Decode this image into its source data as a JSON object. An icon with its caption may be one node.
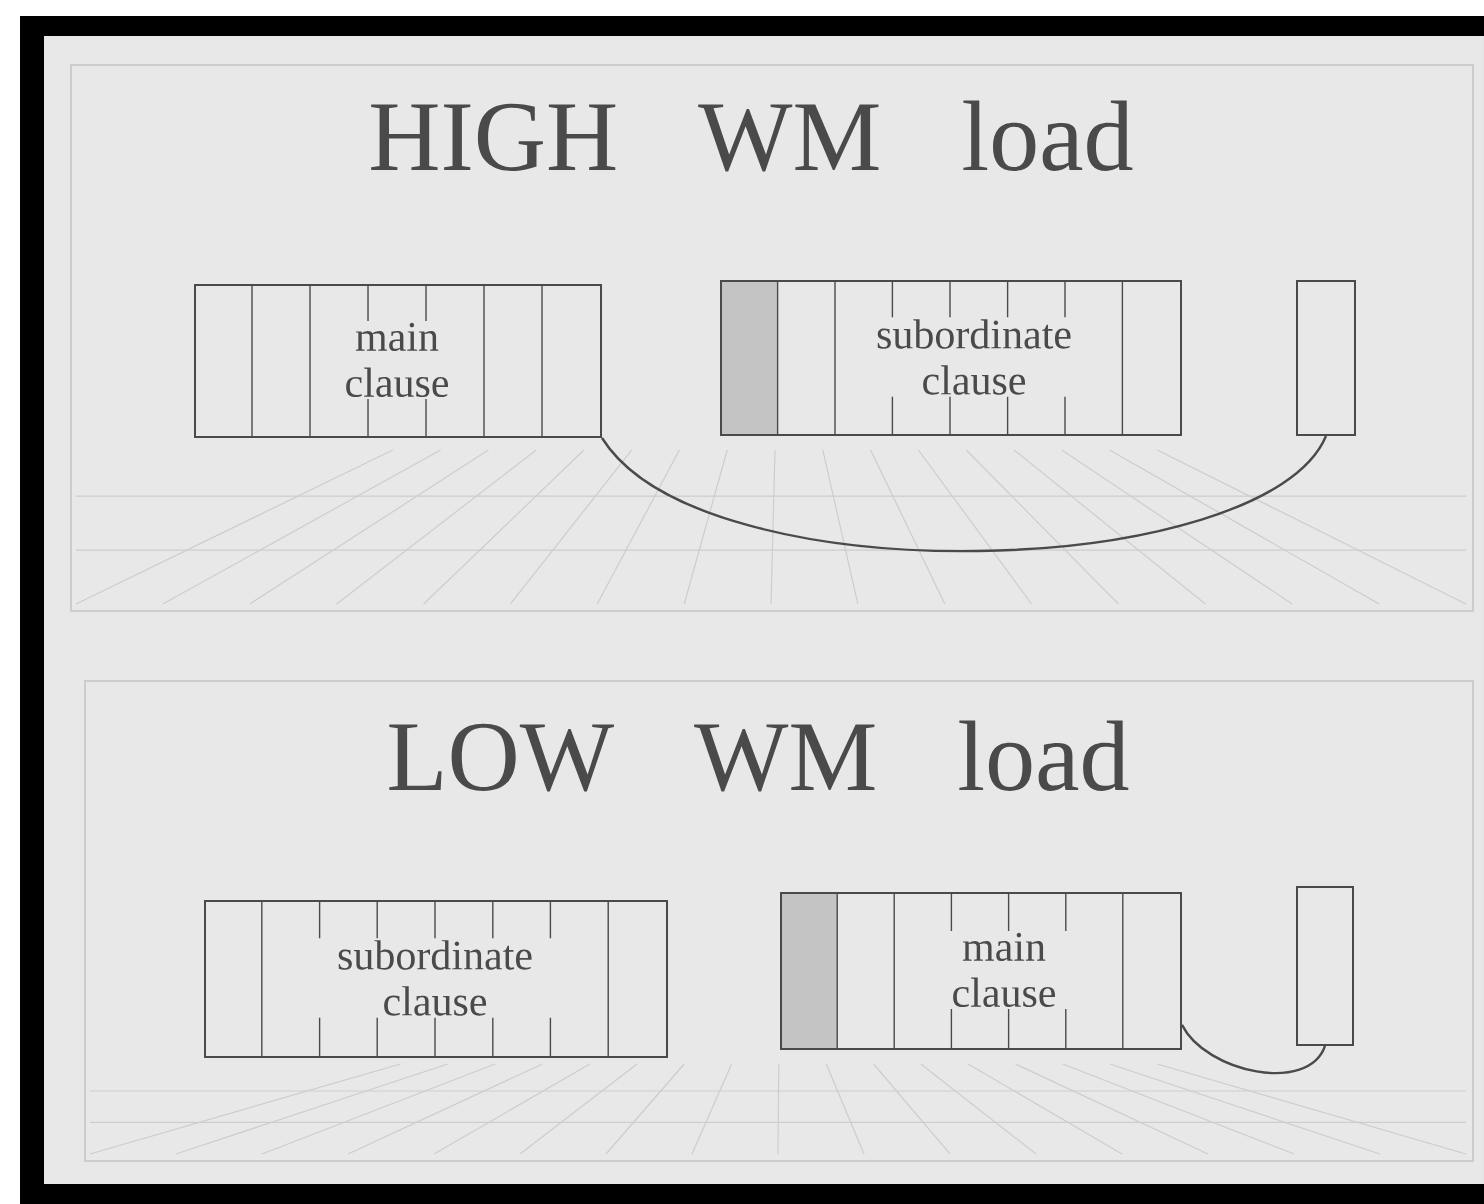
{
  "diagram": {
    "nodes": [
      {
        "text": [
          "HIGH WM load"
        ]
      },
      {
        "text": [
          "main clause"
        ],
        "in": 0
      },
      {
        "text": [
          "subordinate clause"
        ],
        "in": 0
      },
      {
        "text": [],
        "shape": "box",
        "in": 0
      },
      {
        "text": [
          "LOW WM load"
        ]
      },
      {
        "text": [
          "subordinate clause"
        ],
        "in": 4
      },
      {
        "text": [
          "main clause"
        ],
        "in": 4
      },
      {
        "text": [],
        "shape": "box",
        "in": 4
      }
    ],
    "edges": [
      {
        "from": 1,
        "to": 3,
        "arrow": "none"
      },
      {
        "from": 6,
        "to": 7,
        "arrow": "none"
      }
    ]
  }
}
